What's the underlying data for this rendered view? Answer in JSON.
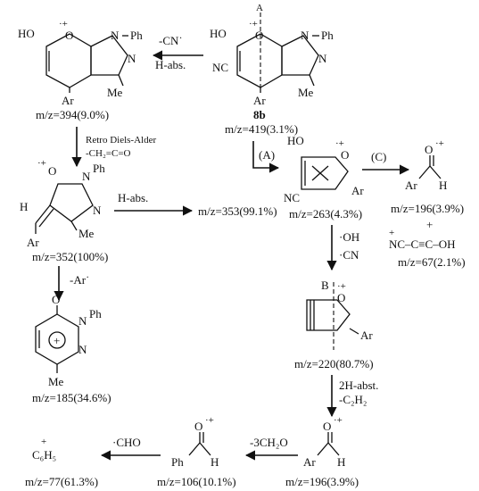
{
  "scheme": {
    "compound_label": "8b",
    "cleavage_label_a": "A",
    "cleavage_label_b": "B",
    "atoms": {
      "ho": "HO",
      "o": "O",
      "n": "N",
      "ph": "Ph",
      "me": "Me",
      "ar": "Ar",
      "nc": "NC",
      "h": "H",
      "c6h5": "C₆H₅",
      "radical_cation": "·+",
      "plus": "+",
      "circle_plus": "+"
    },
    "masses": {
      "m419": "m/z=419(3.1%)",
      "m394": "m/z=394(9.0%)",
      "m352": "m/z=352(100%)",
      "m353": "m/z=353(99.1%)",
      "m263": "m/z=263(4.3%)",
      "m196a": "m/z=196(3.9%)",
      "m67": "m/z=67(2.1%)",
      "m220": "m/z=220(80.7%)",
      "m185": "m/z=185(34.6%)",
      "m196b": "m/z=196(3.9%)",
      "m106": "m/z=106(10.1%)",
      "m77": "m/z=77(61.3%)"
    },
    "reagents": {
      "cn_loss": "-CN˙",
      "h_abs_1": "H-abs.",
      "retro_da": "Retro Diels-Alder",
      "ketene": "-CH₂=C=O",
      "path_a": "(A)",
      "path_c": "(C)",
      "h_abs_2": "H-abs.",
      "ar_loss": "-Ar˙",
      "oh_loss": "·OH",
      "cn_loss_2": "·CN",
      "two_h": "2H-abst.",
      "c2h2": "-C₂H₂",
      "ch2o": "-3CH₂O",
      "cho": "·CHO"
    },
    "fragments": {
      "cyanoethynol": "NC–C≡C–OH",
      "benzaldehyde_ph": "Ph"
    }
  }
}
